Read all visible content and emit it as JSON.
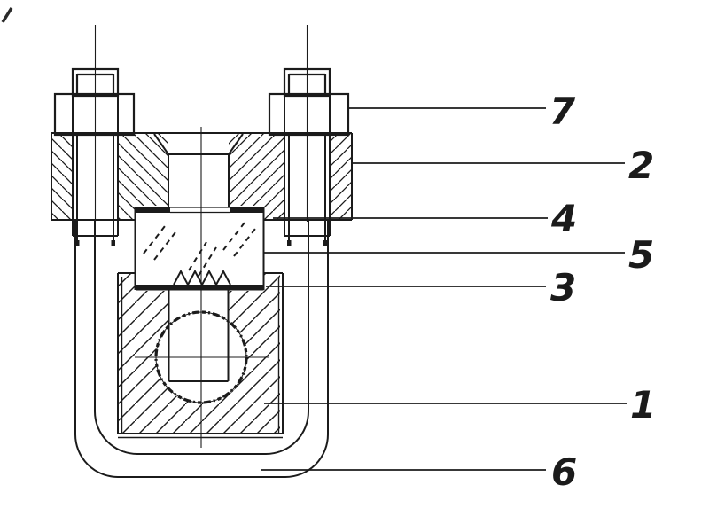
{
  "figure": {
    "description": "Cross-section technical drawing of a U-bolt rope clamp with sight glass, spring and numbered parts",
    "ink_color": "#1b1b1b",
    "background_color": "#ffffff",
    "part_labels": [
      {
        "number": "7"
      },
      {
        "number": "2"
      },
      {
        "number": "4"
      },
      {
        "number": "5"
      },
      {
        "number": "3"
      },
      {
        "number": "1"
      },
      {
        "number": "6"
      }
    ]
  }
}
